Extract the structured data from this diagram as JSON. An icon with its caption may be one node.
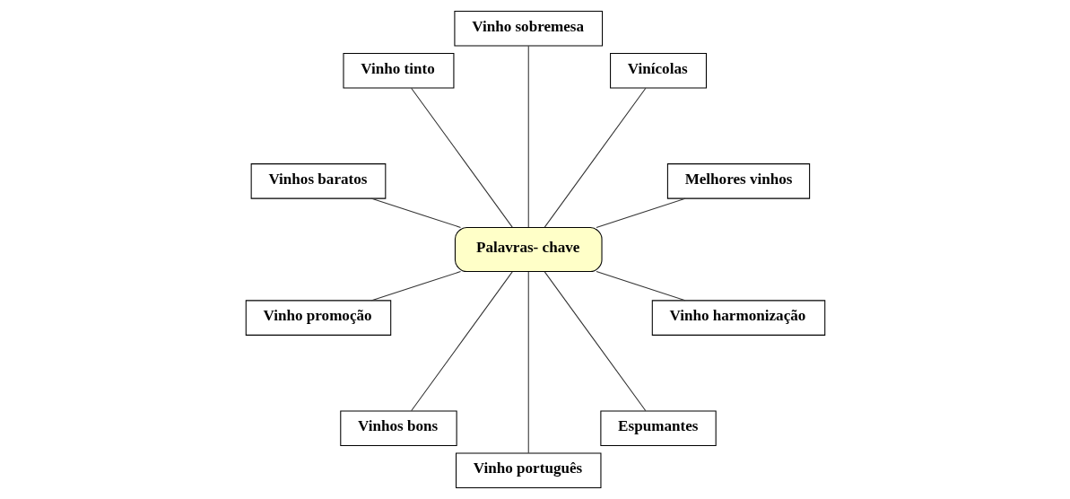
{
  "diagram": {
    "nodes": [
      {
        "text": [
          "Palavras- chave"
        ]
      },
      {
        "text": [
          "Melhores vinhos"
        ]
      },
      {
        "text": [
          "Vinícolas"
        ]
      },
      {
        "text": [
          "Vinho sobremesa"
        ]
      },
      {
        "text": [
          "Vinho tinto"
        ]
      },
      {
        "text": [
          "Vinhos baratos"
        ]
      },
      {
        "text": [
          "Vinho promoção"
        ]
      },
      {
        "text": [
          "Vinhos bons"
        ]
      },
      {
        "text": [
          "Vinho português"
        ]
      },
      {
        "text": [
          "Espumantes"
        ]
      },
      {
        "text": [
          "Vinho harmonização"
        ]
      }
    ],
    "edges": [
      {
        "from": 0,
        "to": 1,
        "arrow": "none"
      },
      {
        "from": 0,
        "to": 2,
        "arrow": "none"
      },
      {
        "from": 0,
        "to": 3,
        "arrow": "none"
      },
      {
        "from": 0,
        "to": 4,
        "arrow": "none"
      },
      {
        "from": 0,
        "to": 5,
        "arrow": "none"
      },
      {
        "from": 0,
        "to": 6,
        "arrow": "none"
      },
      {
        "from": 0,
        "to": 7,
        "arrow": "none"
      },
      {
        "from": 0,
        "to": 8,
        "arrow": "none"
      },
      {
        "from": 0,
        "to": 9,
        "arrow": "none"
      },
      {
        "from": 0,
        "to": 10,
        "arrow": "none"
      }
    ]
  }
}
